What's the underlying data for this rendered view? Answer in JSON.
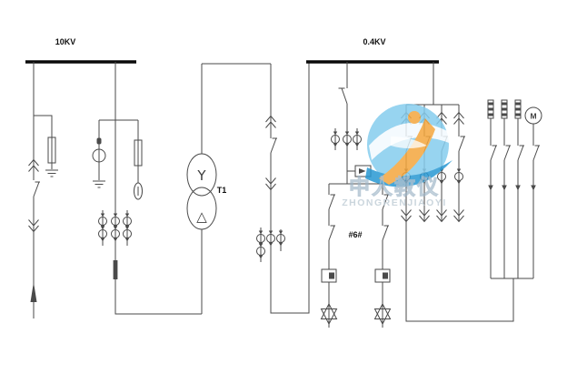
{
  "schematic": {
    "bus_10kv_label": "10KV",
    "bus_04kv_label": "0.4KV",
    "transformer_label": "T1",
    "transformer_primary_winding": "Y",
    "transformer_secondary_winding": "△",
    "capacitor_bank_count_label": "#6#",
    "motor_symbol_label": "M",
    "colors": {
      "line": "#4a4a4a",
      "bus": "#0a0a0a",
      "watermark_blue": "#86cdee",
      "watermark_orange": "#f4a63e",
      "watermark_dark_blue": "#2898d3",
      "watermark_text": "#9db4c6",
      "watermark_text2": "#c2cfd8"
    }
  },
  "watermark": {
    "name_cn": "中人教仪",
    "name_en": "ZHONGRENJIAOYI"
  }
}
